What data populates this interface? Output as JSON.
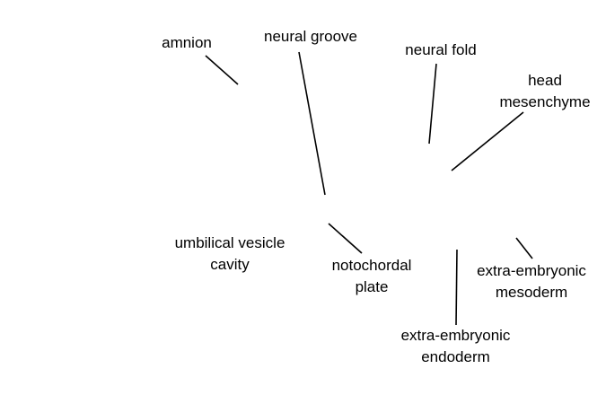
{
  "diagram": {
    "labels": {
      "amnion": "amnion",
      "neural_groove": "neural groove",
      "neural_fold": "neural fold",
      "head_mesenchyme_line1": "head",
      "head_mesenchyme_line2": "mesenchyme",
      "umbilical_line1": "umbilical vesicle",
      "umbilical_line2": "cavity",
      "notochordal_line1": "notochordal",
      "notochordal_line2": "plate",
      "ee_mesoderm_line1": "extra-embryonic",
      "ee_mesoderm_line2": "mesoderm",
      "ee_endoderm_line1": "extra-embryonic",
      "ee_endoderm_line2": "endoderm"
    }
  }
}
